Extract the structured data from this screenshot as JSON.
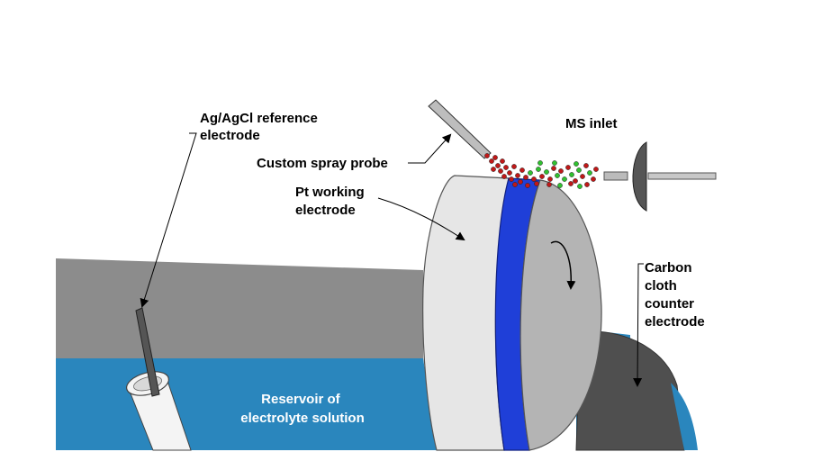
{
  "labels": {
    "reference_electrode": [
      "Ag/AgCl reference",
      "electrode"
    ],
    "spray_probe": "Custom spray probe",
    "ms_inlet": "MS inlet",
    "working_electrode": [
      "Pt working",
      "electrode"
    ],
    "counter_electrode": [
      "Carbon",
      "cloth",
      "counter",
      "electrode"
    ],
    "reservoir": [
      "Reservoir of",
      "electrolyte solution"
    ]
  },
  "colors": {
    "electrolyte": "#2a86bd",
    "trough_wall": "#8c8c8c",
    "pt_band": "#1f3fd8",
    "disk_face": "#b4b4b4",
    "disk_outer": "#e6e6e6",
    "carbon_cloth": "#4f4f4f",
    "droplet_red": "#c01818",
    "droplet_green": "#30c030"
  },
  "icons": [
    "rotation-arrow-icon"
  ]
}
